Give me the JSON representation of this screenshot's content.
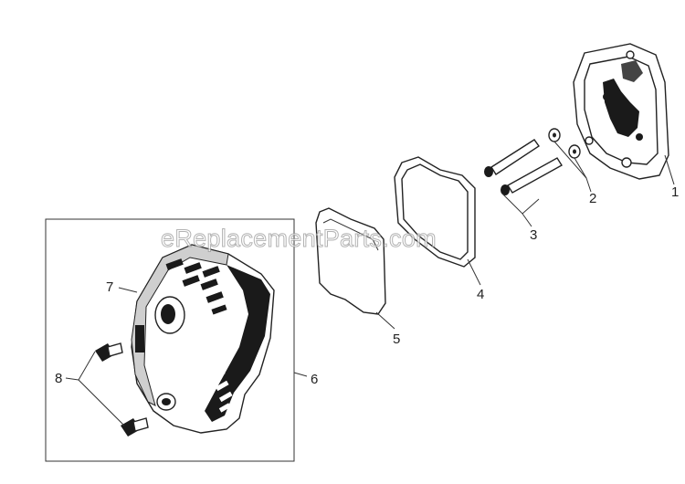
{
  "watermark": "eReplacementParts.com",
  "callouts": [
    "1",
    "2",
    "3",
    "4",
    "5",
    "6",
    "7",
    "8"
  ],
  "colors": {
    "line": "#222222",
    "fill": "#ffffff",
    "dark": "#1a1a1a"
  }
}
